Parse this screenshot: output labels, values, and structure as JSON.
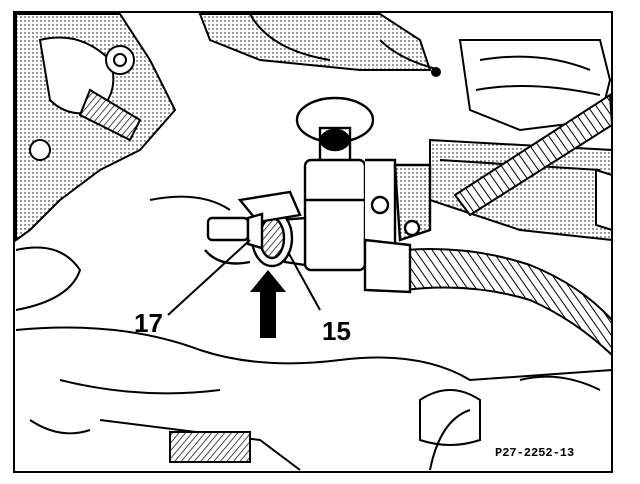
{
  "figure": {
    "callouts": [
      {
        "id": "17",
        "label": "17"
      },
      {
        "id": "15",
        "label": "15"
      }
    ],
    "reference_code": "P27-2252-13"
  },
  "colors": {
    "ink": "#000000",
    "paper": "#ffffff"
  }
}
